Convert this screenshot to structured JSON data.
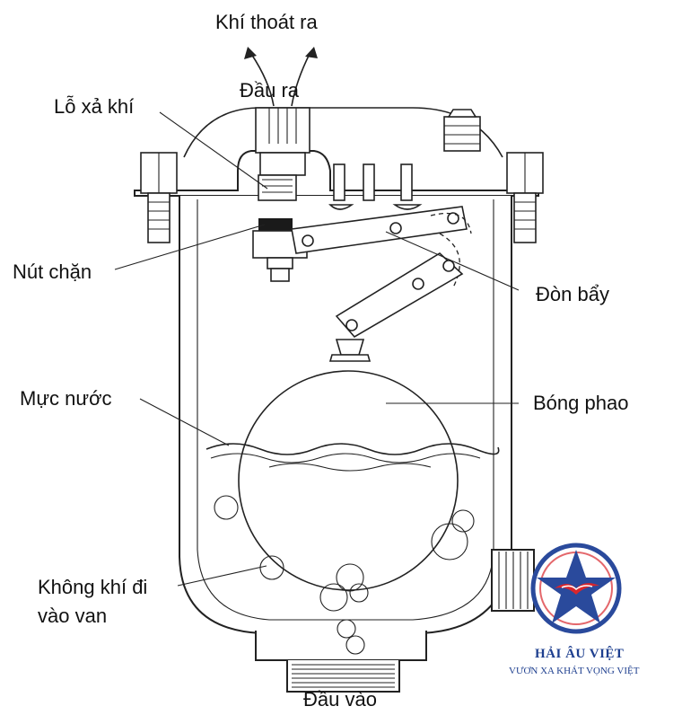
{
  "labels": {
    "exhaust": "Khí thoát ra",
    "outlet": "Đầu ra",
    "vent_hole": "Lỗ xả khí",
    "stopper": "Nút chặn",
    "lever": "Đòn bẩy",
    "water_level": "Mực nước",
    "float_ball": "Bóng phao",
    "air_in_line1": "Không khí đi",
    "air_in_line2": "vào van",
    "inlet": "Đầu vào"
  },
  "logo": {
    "name": "HẢI ÂU VIỆT",
    "slogan": "VƯƠN XA KHÁT VỌNG VIỆT",
    "icon": "star-seagull-icon",
    "colors": {
      "ring": "#2a4a9c",
      "star": "#2a4a9c",
      "accent": "#d8262c"
    }
  }
}
